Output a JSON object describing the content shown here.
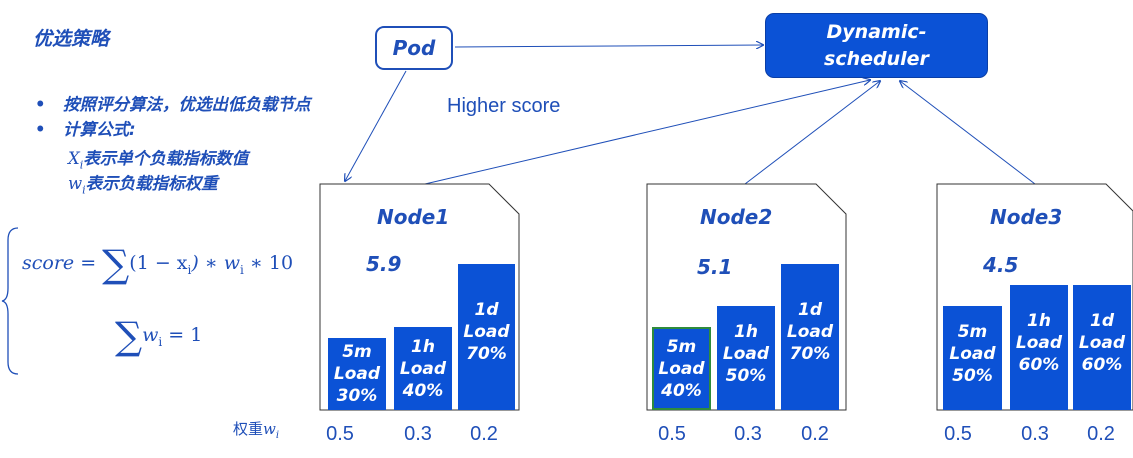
{
  "strategy": {
    "title": "优选策略",
    "bullets": [
      "按照评分算法，优选出低负载节点",
      "计算公式:"
    ],
    "defs": [
      {
        "symbol": "X",
        "subscript": "i",
        "text": "表示单个负载指标数值"
      },
      {
        "symbol": "w",
        "subscript": "i",
        "text": "表示负载指标权重"
      }
    ]
  },
  "formula": {
    "line1_lhs": "score = ",
    "line1_rhs": "(1 − x",
    "line1_tail": ") ∗ w",
    "line1_end": " ∗ 10",
    "line2": "w",
    "line2_tail": " = 1",
    "sub": "i"
  },
  "pod": {
    "label": "Pod"
  },
  "scheduler": {
    "line1": "Dynamic-",
    "line2": "scheduler"
  },
  "higher_score": "Higher score",
  "weight_label": {
    "text": "权重",
    "symbol": "w",
    "subscript": "i"
  },
  "nodes": [
    {
      "name": "Node1",
      "score": "5.9",
      "bars": [
        {
          "window": "5m",
          "word": "Load",
          "value": "30%",
          "load": 30
        },
        {
          "window": "1h",
          "word": "Load",
          "value": "40%",
          "load": 40
        },
        {
          "window": "1d",
          "word": "Load",
          "value": "70%",
          "load": 70
        }
      ],
      "weights": [
        "0.5",
        "0.3",
        "0.2"
      ]
    },
    {
      "name": "Node2",
      "score": "5.1",
      "bars": [
        {
          "window": "5m",
          "word": "Load",
          "value": "40%",
          "load": 40,
          "outlined": true
        },
        {
          "window": "1h",
          "word": "Load",
          "value": "50%",
          "load": 50
        },
        {
          "window": "1d",
          "word": "Load",
          "value": "70%",
          "load": 70
        }
      ],
      "weights": [
        "0.5",
        "0.3",
        "0.2"
      ]
    },
    {
      "name": "Node3",
      "score": "4.5",
      "bars": [
        {
          "window": "5m",
          "word": "Load",
          "value": "50%",
          "load": 50
        },
        {
          "window": "1h",
          "word": "Load",
          "value": "60%",
          "load": 60
        },
        {
          "window": "1d",
          "word": "Load",
          "value": "60%",
          "load": 60
        }
      ],
      "weights": [
        "0.5",
        "0.3",
        "0.2"
      ]
    }
  ],
  "colors": {
    "accent": "#0b52d6",
    "text": "#1f4fb8",
    "outline": "#2e8b3d"
  }
}
